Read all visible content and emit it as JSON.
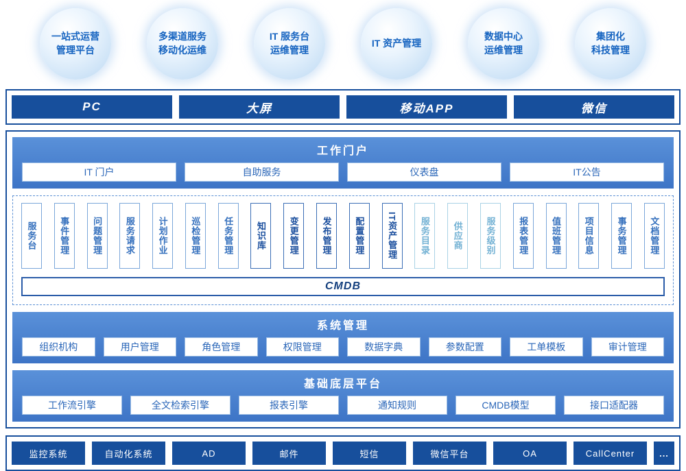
{
  "colors": {
    "primary_dark": "#174f9c",
    "band_blue": "#4a84d2",
    "box_text_blue": "#2a66b8",
    "light_module_blue": "#74b2d4",
    "bubble_text_blue": "#1563c0"
  },
  "bubbles": [
    {
      "line1": "一站式运营",
      "line2": "管理平台"
    },
    {
      "line1": "多渠道服务",
      "line2": "移动化运维"
    },
    {
      "line1": "IT 服务台",
      "line2": "运维管理"
    },
    {
      "line1": "IT 资产管理",
      "line2": ""
    },
    {
      "line1": "数据中心",
      "line2": "运维管理"
    },
    {
      "line1": "集团化",
      "line2": "科技管理"
    }
  ],
  "channels": [
    "PC",
    "大屏",
    "移动APP",
    "微信"
  ],
  "portal": {
    "title": "工作门户",
    "items": [
      "IT 门户",
      "自助服务",
      "仪表盘",
      "IT公告"
    ]
  },
  "modules": {
    "cmdb_label": "CMDB",
    "items": [
      {
        "label": "服务台",
        "variant": "normal"
      },
      {
        "label": "事件管理",
        "variant": "normal"
      },
      {
        "label": "问题管理",
        "variant": "normal"
      },
      {
        "label": "服务请求",
        "variant": "normal"
      },
      {
        "label": "计划作业",
        "variant": "normal"
      },
      {
        "label": "巡检管理",
        "variant": "normal"
      },
      {
        "label": "任务管理",
        "variant": "normal"
      },
      {
        "label": "知识库",
        "variant": "strong"
      },
      {
        "label": "变更管理",
        "variant": "strong"
      },
      {
        "label": "发布管理",
        "variant": "strong"
      },
      {
        "label": "配置管理",
        "variant": "strong"
      },
      {
        "label": "IT资产管理",
        "variant": "strong"
      },
      {
        "label": "服务目录",
        "variant": "light"
      },
      {
        "label": "供应商",
        "variant": "light"
      },
      {
        "label": "服务级别",
        "variant": "light"
      },
      {
        "label": "报表管理",
        "variant": "normal"
      },
      {
        "label": "值班管理",
        "variant": "normal"
      },
      {
        "label": "项目信息",
        "variant": "normal"
      },
      {
        "label": "事务管理",
        "variant": "normal"
      },
      {
        "label": "文档管理",
        "variant": "normal"
      }
    ]
  },
  "system": {
    "title": "系统管理",
    "items": [
      "组织机构",
      "用户管理",
      "角色管理",
      "权限管理",
      "数据字典",
      "参数配置",
      "工单模板",
      "审计管理"
    ]
  },
  "platform": {
    "title": "基础底层平台",
    "items": [
      "工作流引擎",
      "全文检索引擎",
      "报表引擎",
      "通知规则",
      "CMDB模型",
      "接口适配器"
    ]
  },
  "integrations": [
    "监控系统",
    "自动化系统",
    "AD",
    "邮件",
    "短信",
    "微信平台",
    "OA",
    "CallCenter",
    "..."
  ]
}
